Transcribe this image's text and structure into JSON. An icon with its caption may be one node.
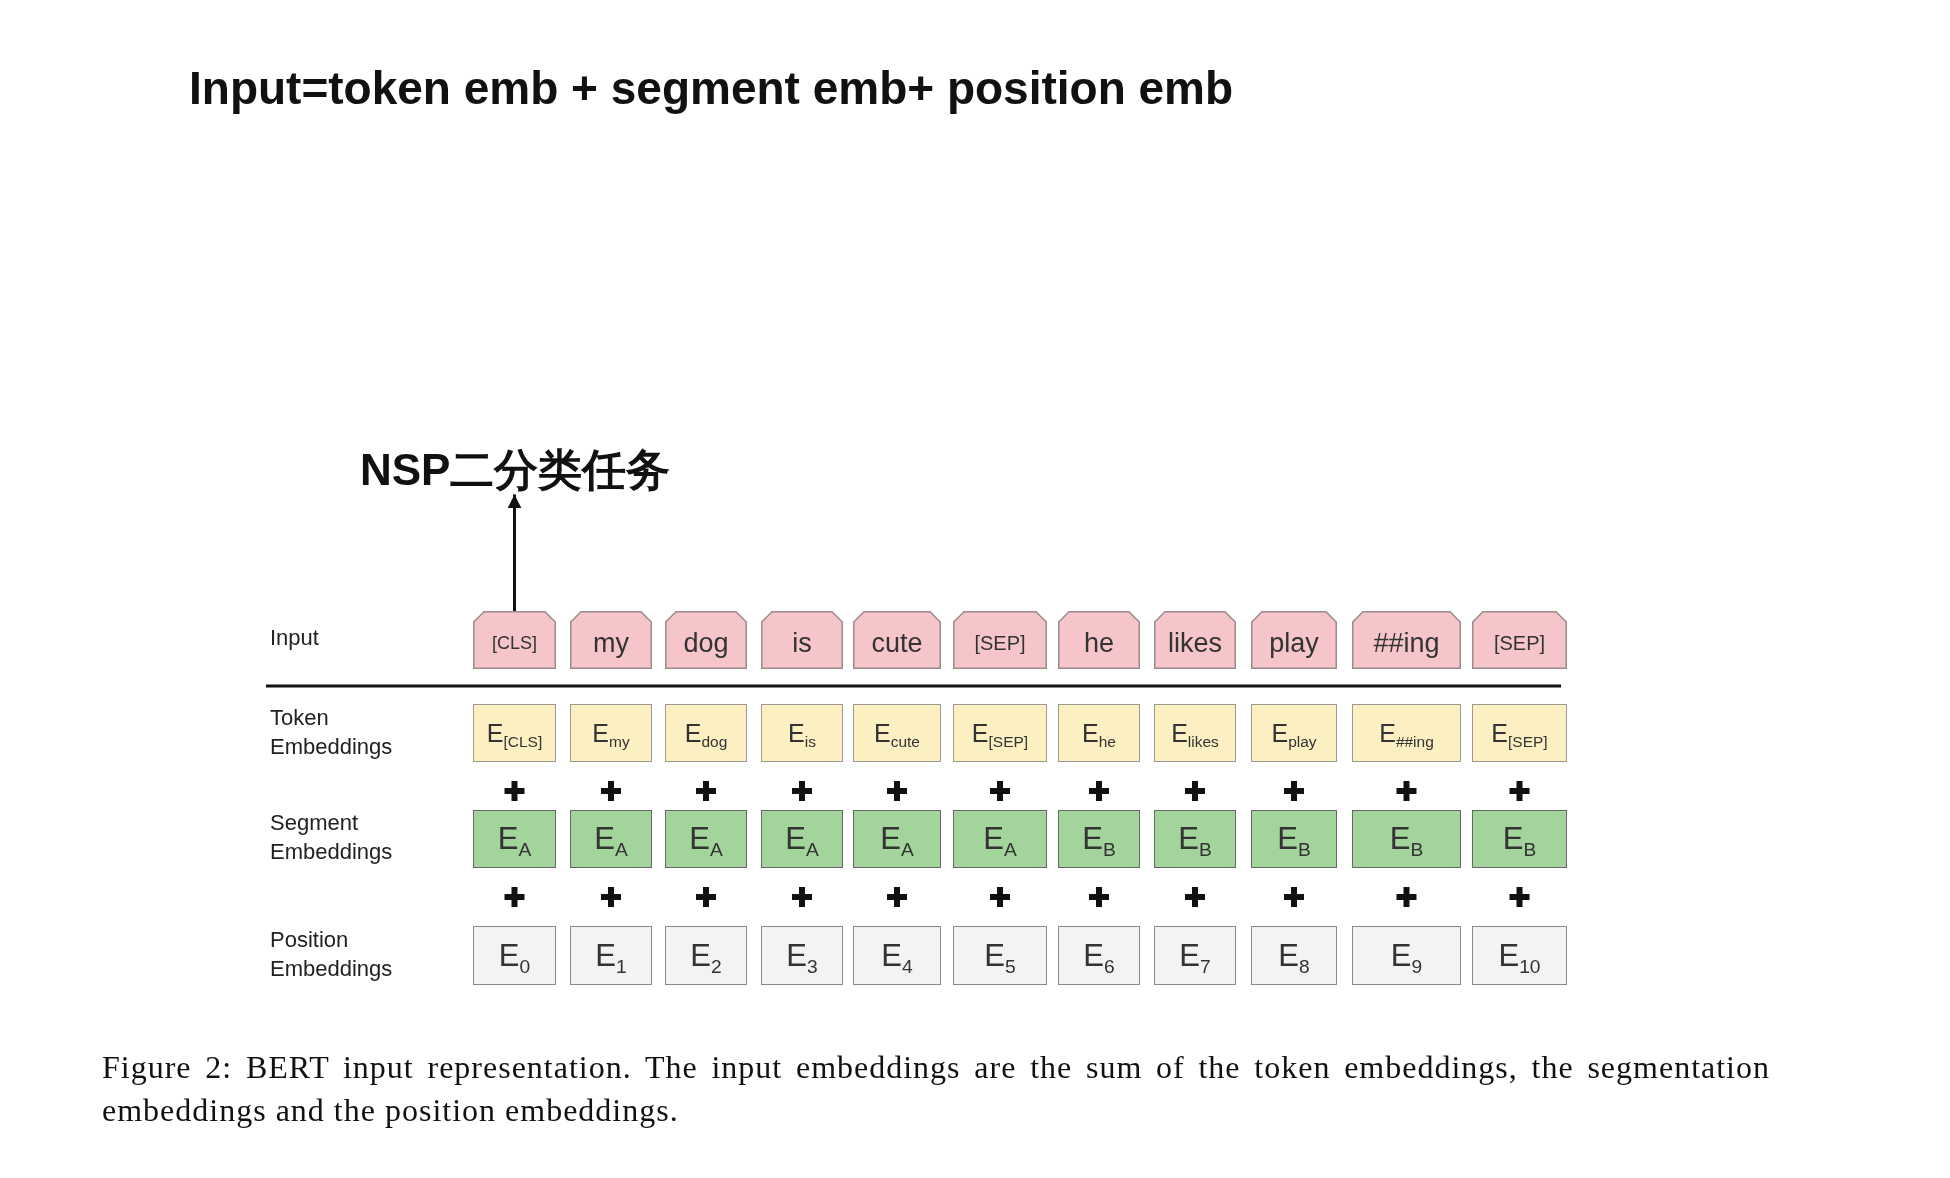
{
  "diagram": {
    "title": "Input=token emb + segment emb+ position emb",
    "caption": "Figure 2: BERT input representation. The input embeddings are the sum of the token embeddings, the segmentation embeddings and the position embeddings.",
    "nodes": [
      {
        "text": [
          "NSP二分类任务"
        ]
      },
      {
        "text": [
          "[CLS]"
        ]
      },
      {
        "text": [
          "my"
        ]
      },
      {
        "text": [
          "dog"
        ]
      },
      {
        "text": [
          "is"
        ]
      },
      {
        "text": [
          "cute"
        ]
      },
      {
        "text": [
          "[SEP]"
        ]
      },
      {
        "text": [
          "he"
        ]
      },
      {
        "text": [
          "likes"
        ]
      },
      {
        "text": [
          "play"
        ]
      },
      {
        "text": [
          "##ing"
        ]
      },
      {
        "text": [
          "[SEP]"
        ]
      },
      {
        "text": [
          "E$_{[CLS]}$"
        ]
      },
      {
        "text": [
          "E$_{my}$"
        ]
      },
      {
        "text": [
          "E$_{dog}$"
        ]
      },
      {
        "text": [
          "E$_{is}$"
        ]
      },
      {
        "text": [
          "E$_{cute}$"
        ]
      },
      {
        "text": [
          "E$_{[SEP]}$"
        ]
      },
      {
        "text": [
          "E$_{he}$"
        ]
      },
      {
        "text": [
          "E$_{likes}$"
        ]
      },
      {
        "text": [
          "E$_{play}$"
        ]
      },
      {
        "text": [
          "E$_{##ing}$"
        ]
      },
      {
        "text": [
          "E$_{[SEP]}$"
        ]
      },
      {
        "text": [
          "E$_{A}$"
        ]
      },
      {
        "text": [
          "E$_{A}$"
        ]
      },
      {
        "text": [
          "E$_{A}$"
        ]
      },
      {
        "text": [
          "E$_{A}$"
        ]
      },
      {
        "text": [
          "E$_{A}$"
        ]
      },
      {
        "text": [
          "E$_{A}$"
        ]
      },
      {
        "text": [
          "E$_{B}$"
        ]
      },
      {
        "text": [
          "E$_{B}$"
        ]
      },
      {
        "text": [
          "E$_{B}$"
        ]
      },
      {
        "text": [
          "E$_{B}$"
        ]
      },
      {
        "text": [
          "E$_{B}$"
        ]
      },
      {
        "text": [
          "E$_{0}$"
        ]
      },
      {
        "text": [
          "E$_{1}$"
        ]
      },
      {
        "text": [
          "E$_{2}$"
        ]
      },
      {
        "text": [
          "E$_{3}$"
        ]
      },
      {
        "text": [
          "E$_{4}$"
        ]
      },
      {
        "text": [
          "E$_{5}$"
        ]
      },
      {
        "text": [
          "E$_{6}$"
        ]
      },
      {
        "text": [
          "E$_{7}$"
        ]
      },
      {
        "text": [
          "E$_{8}$"
        ]
      },
      {
        "text": [
          "E$_{9}$"
        ]
      },
      {
        "text": [
          "E$_{10}$"
        ]
      }
    ],
    "edges": [
      {
        "from": 1,
        "to": 0,
        "arrow": "to"
      }
    ],
    "labels": [
      "Input",
      "Token Embeddings",
      "Segment Embeddings",
      "Position Embeddings"
    ]
  }
}
